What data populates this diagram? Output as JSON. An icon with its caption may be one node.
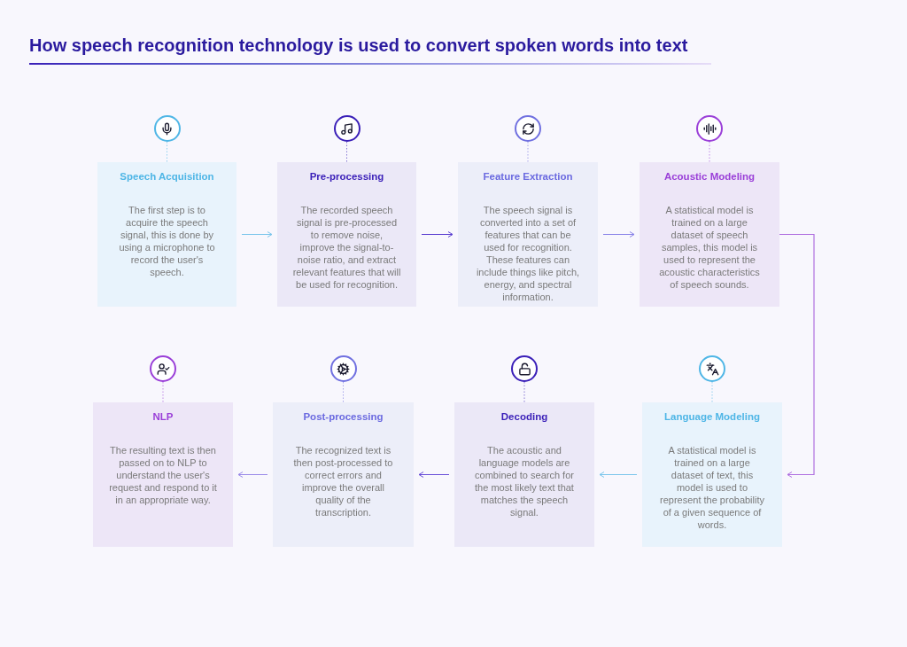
{
  "diagram": {
    "title": "How speech recognition technology is used to convert spoken words into text",
    "nodes": [
      {
        "text": [
          "Speech Acquisition",
          "The first step is to acquire the speech signal, this is done by using a microphone to record the user's speech."
        ]
      },
      {
        "text": [
          "Pre-processing",
          "The recorded speech signal is pre-processed to remove noise, improve the signal-to-noise ratio, and extract relevant features that will be used for recognition."
        ]
      },
      {
        "text": [
          "Feature Extraction",
          "The speech signal is converted into a set of features that can be used for recognition. These features can include things like pitch, energy, and spectral information."
        ]
      },
      {
        "text": [
          "Acoustic Modeling",
          "A statistical model is trained on a large dataset of speech samples, this model is used to represent the acoustic characteristics of speech sounds."
        ]
      },
      {
        "text": [
          "NLP",
          "The resulting text is then passed on to NLP to understand the user's request and respond to it in an appropriate way."
        ]
      },
      {
        "text": [
          "Post-processing",
          "The recognized text is then post-processed to correct errors and improve the overall quality of the transcription."
        ]
      },
      {
        "text": [
          "Decoding",
          "The acoustic and language models are combined to search for the most likely text that matches the speech signal."
        ]
      },
      {
        "text": [
          "Language Modeling",
          "A statistical model is trained on a large dataset of text, this model is used to represent the probability of a given sequence of words."
        ]
      },
      {
        "text": [],
        "shape": "circle"
      },
      {
        "text": [],
        "shape": "circle"
      },
      {
        "text": [],
        "shape": "circle"
      },
      {
        "text": [],
        "shape": "circle"
      },
      {
        "text": [],
        "shape": "circle"
      },
      {
        "text": [],
        "shape": "circle"
      },
      {
        "text": [],
        "shape": "circle"
      },
      {
        "text": [],
        "shape": "circle"
      }
    ],
    "edges": [
      {
        "from": 0,
        "to": 1,
        "arrow": "to",
        "color": "#7cc6ec"
      },
      {
        "from": 1,
        "to": 2,
        "arrow": "to",
        "color": "#5b3fd0"
      },
      {
        "from": 2,
        "to": 3,
        "arrow": "to",
        "color": "#8b84e8"
      },
      {
        "from": 3,
        "to": 7,
        "arrow": "to",
        "color": "#b070e0"
      },
      {
        "from": 7,
        "to": 6,
        "arrow": "to",
        "color": "#7cc6ec"
      },
      {
        "from": 6,
        "to": 5,
        "arrow": "to",
        "color": "#6a4fd8"
      },
      {
        "from": 5,
        "to": 4,
        "arrow": "to",
        "color": "#9a8ae8"
      },
      {
        "from": 8,
        "to": 0,
        "arrow": "none",
        "style": "dashed",
        "color": "#4fb6e6"
      },
      {
        "from": 9,
        "to": 1,
        "arrow": "none",
        "style": "dashed",
        "color": "#3a1fb8"
      },
      {
        "from": 10,
        "to": 2,
        "arrow": "none",
        "style": "dashed",
        "color": "#7070e0"
      },
      {
        "from": 11,
        "to": 3,
        "arrow": "none",
        "style": "dashed",
        "color": "#9a3fd8"
      },
      {
        "from": 12,
        "to": 4,
        "arrow": "none",
        "style": "dashed",
        "color": "#9a3fd8"
      },
      {
        "from": 13,
        "to": 5,
        "arrow": "none",
        "style": "dashed",
        "color": "#7070e0"
      },
      {
        "from": 14,
        "to": 6,
        "arrow": "none",
        "style": "dashed",
        "color": "#3a1fb8"
      },
      {
        "from": 15,
        "to": 7,
        "arrow": "none",
        "style": "dashed",
        "color": "#4fb6e6"
      }
    ]
  }
}
